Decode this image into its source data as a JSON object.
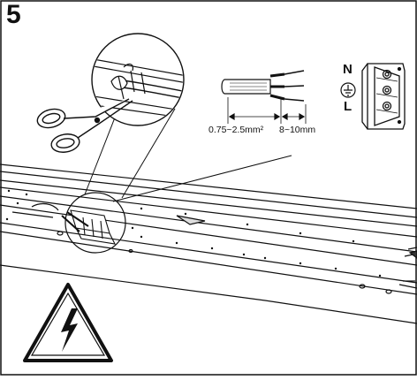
{
  "step": {
    "number": "5"
  },
  "wire_dimensions": {
    "cross_section": "0.75~2.5mm²",
    "strip_length": "8~10mm"
  },
  "terminal": {
    "neutral_label": "N",
    "live_label": "L",
    "ground_icon": "ground-icon"
  },
  "warning": {
    "icon": "high-voltage-warning-icon"
  },
  "colors": {
    "line": "#111111",
    "background": "#ffffff"
  }
}
